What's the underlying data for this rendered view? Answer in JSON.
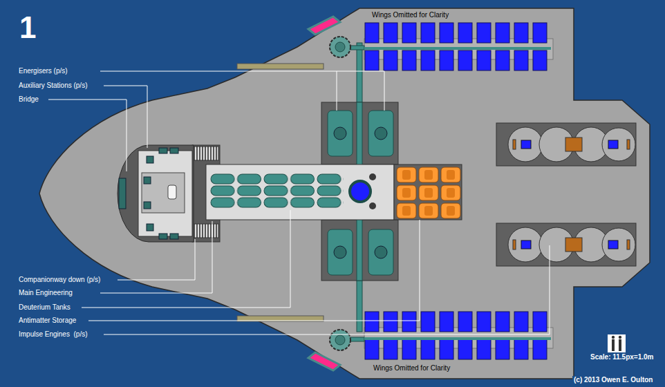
{
  "diagram": {
    "title": "1",
    "labels": [
      "Wings Omitted for Clarity",
      "Energisers (p/s)",
      "Auxiliary Stations (p/s)",
      "Bridge",
      "Companionway down (p/s)",
      "Main Engineering",
      "Deuterium Tanks",
      "Antimatter Storage",
      "Impulse Engines  (p/s)",
      "Scale: 11.5px=1.0m",
      "Wings Omitted for Clarity",
      "(c) 2013 Owen E. Oulton"
    ]
  }
}
